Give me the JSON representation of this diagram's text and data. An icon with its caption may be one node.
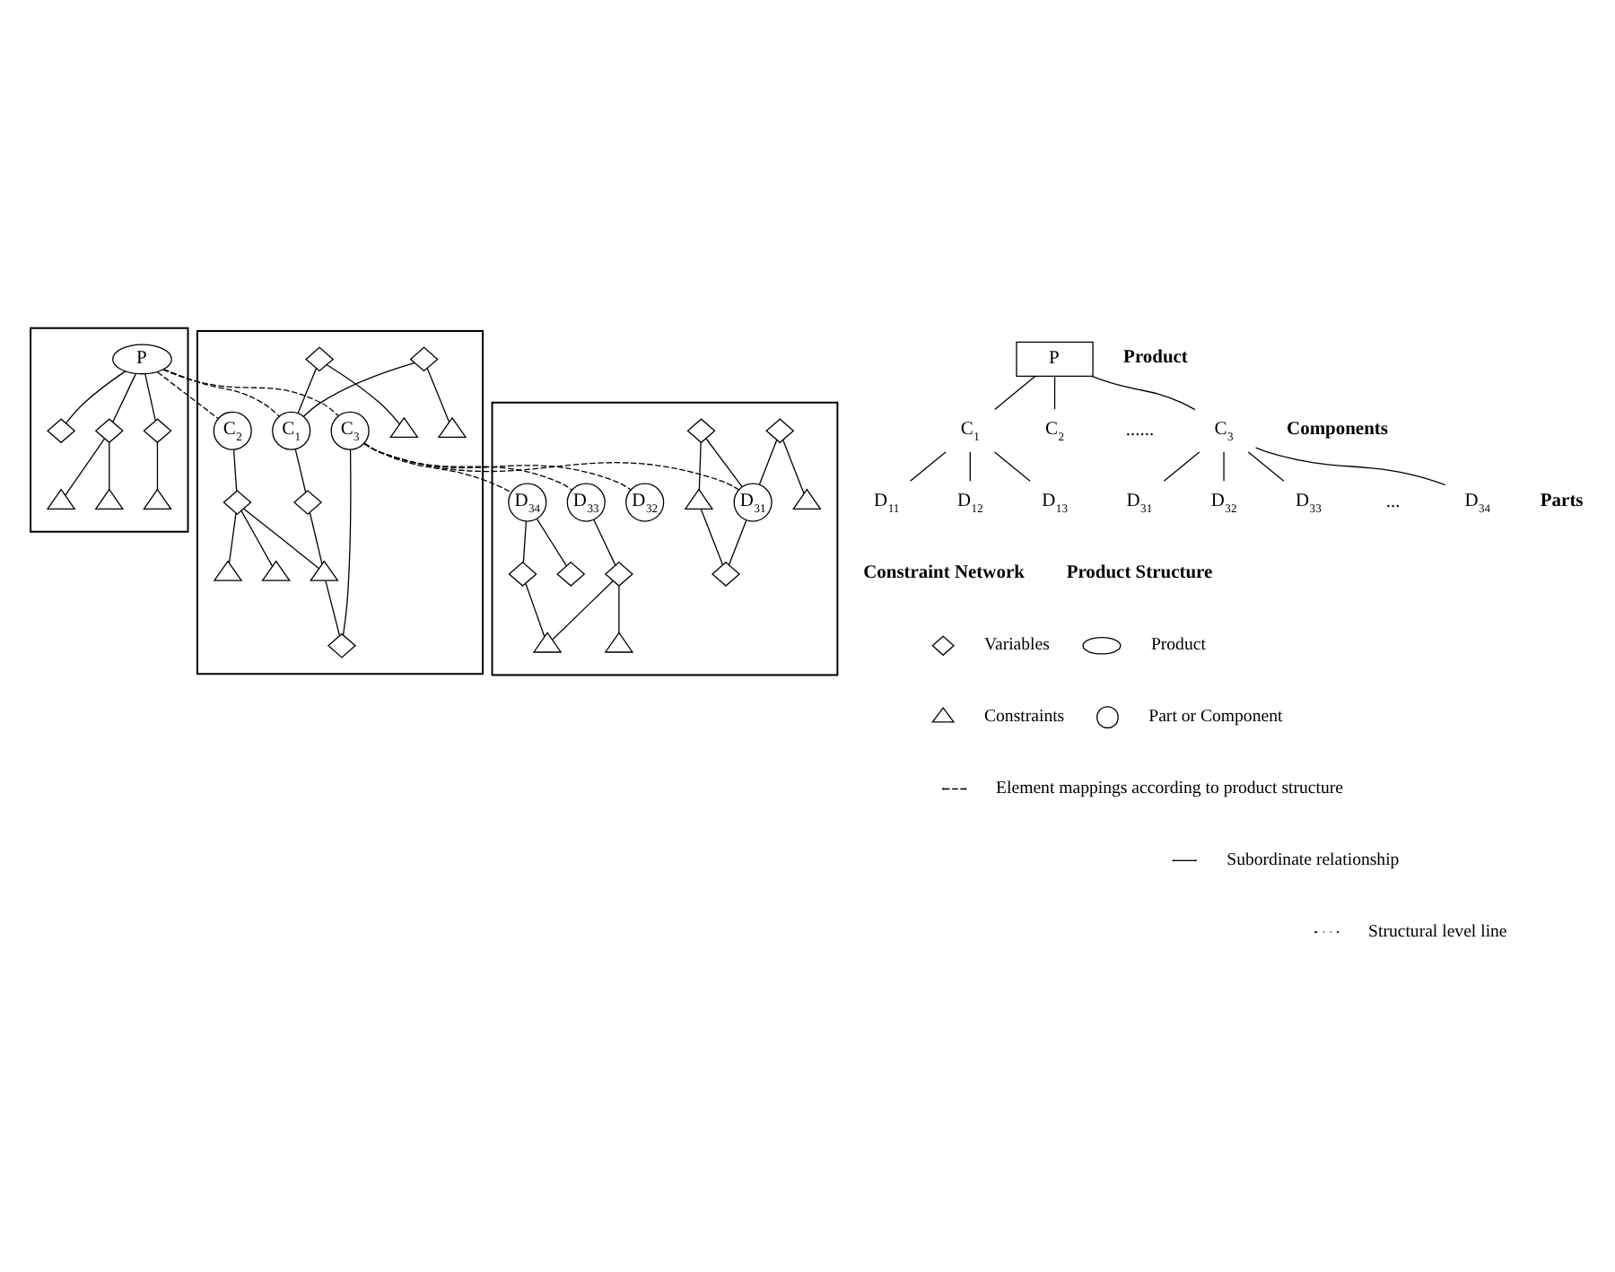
{
  "diagram": {
    "nodes": [
      {
        "text": [],
        "shape": "parallelogram"
      },
      {
        "text": [
          "P"
        ],
        "in": 0
      },
      {
        "text": [],
        "shape": "diamond",
        "in": 0
      },
      {
        "text": [],
        "shape": "diamond",
        "in": 0
      },
      {
        "text": [],
        "shape": "diamond",
        "in": 0
      },
      {
        "text": [],
        "shape": "triangle",
        "in": 0
      },
      {
        "text": [],
        "shape": "triangle",
        "in": 0
      },
      {
        "text": [],
        "shape": "triangle",
        "in": 0
      },
      {
        "text": [],
        "shape": "parallelogram"
      },
      {
        "text": [
          "C$_{1}$"
        ],
        "in": 8
      },
      {
        "text": [
          "C$_{2}$"
        ],
        "in": 8
      },
      {
        "text": [
          "C$_{3}$"
        ],
        "in": 8
      },
      {
        "text": [],
        "shape": "triangle",
        "in": 8
      },
      {
        "text": [],
        "shape": "diamond",
        "in": 8
      },
      {
        "text": [],
        "shape": "diamond",
        "in": 8
      },
      {
        "text": [],
        "shape": "triangle",
        "in": 8
      },
      {
        "text": [],
        "shape": "diamond",
        "in": 8
      },
      {
        "text": [],
        "shape": "triangle",
        "in": 8
      },
      {
        "text": [],
        "shape": "diamond",
        "in": 8
      },
      {
        "text": [],
        "shape": "triangle",
        "in": 8
      },
      {
        "text": [],
        "shape": "triangle",
        "in": 8
      },
      {
        "text": [],
        "shape": "diamond",
        "in": 8
      },
      {
        "text": [],
        "shape": "parallelogram"
      },
      {
        "text": [
          "D$_{31}$"
        ],
        "in": 22
      },
      {
        "text": [
          "D$_{32}$"
        ],
        "in": 22
      },
      {
        "text": [
          "D$_{33}$"
        ],
        "in": 22
      },
      {
        "text": [
          "D$_{34}$"
        ],
        "in": 22
      },
      {
        "text": [],
        "shape": "triangle",
        "in": 22
      },
      {
        "text": [],
        "shape": "diamond",
        "in": 22
      },
      {
        "text": [],
        "shape": "diamond",
        "in": 22
      },
      {
        "text": [],
        "shape": "diamond",
        "in": 22
      },
      {
        "text": [],
        "shape": "triangle",
        "in": 22
      },
      {
        "text": [],
        "shape": "diamond",
        "in": 22
      },
      {
        "text": [],
        "shape": "triangle",
        "in": 22
      },
      {
        "text": [],
        "shape": "triangle",
        "in": 22
      },
      {
        "text": [],
        "shape": "diamond",
        "in": 22
      },
      {
        "text": [],
        "shape": "diamond",
        "in": 22
      },
      {
        "text": [
          "P"
        ]
      },
      {
        "text": [
          "C$_{1}$"
        ]
      },
      {
        "text": [
          "C$_{2}$"
        ]
      },
      {
        "text": [
          "C$_{3}$"
        ]
      },
      {
        "text": [
          "D$_{11}$"
        ]
      },
      {
        "text": [
          "D$_{12}$"
        ]
      },
      {
        "text": [
          "D$_{13}$"
        ]
      },
      {
        "text": [
          "D$_{31}$"
        ]
      },
      {
        "text": [
          "D$_{32}$"
        ]
      },
      {
        "text": [
          "D$_{33}$"
        ]
      },
      {
        "text": [
          "D$_{34}$"
        ]
      }
    ],
    "edges": [
      {
        "from": 1,
        "to": 2,
        "arrow": "none"
      },
      {
        "from": 1,
        "to": 3,
        "arrow": "none"
      },
      {
        "from": 1,
        "to": 4,
        "arrow": "none"
      },
      {
        "from": 3,
        "to": 5,
        "arrow": "none"
      },
      {
        "from": 3,
        "to": 6,
        "arrow": "none"
      },
      {
        "from": 4,
        "to": 7,
        "arrow": "none"
      },
      {
        "from": 1,
        "to": 9,
        "arrow": "none",
        "style": "dashed"
      },
      {
        "from": 1,
        "to": 11,
        "arrow": "none",
        "style": "dashed"
      },
      {
        "from": 1,
        "to": 10,
        "arrow": "none",
        "style": "dashed"
      },
      {
        "from": 13,
        "to": 12,
        "arrow": "none"
      },
      {
        "from": 13,
        "to": 9,
        "arrow": "none"
      },
      {
        "from": 14,
        "to": 9,
        "arrow": "none"
      },
      {
        "from": 14,
        "to": 15,
        "arrow": "none"
      },
      {
        "from": 9,
        "to": 16,
        "arrow": "none"
      },
      {
        "from": 16,
        "to": 17,
        "arrow": "none"
      },
      {
        "from": 10,
        "to": 18,
        "arrow": "none"
      },
      {
        "from": 18,
        "to": 19,
        "arrow": "none"
      },
      {
        "from": 18,
        "to": 20,
        "arrow": "none"
      },
      {
        "from": 18,
        "to": 17,
        "arrow": "none"
      },
      {
        "from": 17,
        "to": 21,
        "arrow": "none"
      },
      {
        "from": 11,
        "to": 21,
        "arrow": "none"
      },
      {
        "from": 11,
        "to": 23,
        "arrow": "none",
        "style": "dashed"
      },
      {
        "from": 11,
        "to": 24,
        "arrow": "none",
        "style": "dashed"
      },
      {
        "from": 11,
        "to": 26,
        "arrow": "none",
        "style": "dashed"
      },
      {
        "from": 11,
        "to": 25,
        "arrow": "none",
        "style": "dashed"
      },
      {
        "from": 28,
        "to": 27,
        "arrow": "none"
      },
      {
        "from": 27,
        "to": 29,
        "arrow": "none"
      },
      {
        "from": 28,
        "to": 23,
        "arrow": "none"
      },
      {
        "from": 23,
        "to": 29,
        "arrow": "none"
      },
      {
        "from": 30,
        "to": 23,
        "arrow": "none"
      },
      {
        "from": 30,
        "to": 31,
        "arrow": "none"
      },
      {
        "from": 25,
        "to": 32,
        "arrow": "none"
      },
      {
        "from": 32,
        "to": 33,
        "arrow": "none"
      },
      {
        "from": 32,
        "to": 34,
        "arrow": "none"
      },
      {
        "from": 26,
        "to": 35,
        "arrow": "none"
      },
      {
        "from": 26,
        "to": 36,
        "arrow": "none"
      },
      {
        "from": 36,
        "to": 34,
        "arrow": "none"
      },
      {
        "from": 37,
        "to": 38,
        "arrow": "none"
      },
      {
        "from": 37,
        "to": 39,
        "arrow": "none"
      },
      {
        "from": 37,
        "to": 40,
        "arrow": "none"
      },
      {
        "from": 38,
        "to": 41,
        "arrow": "none"
      },
      {
        "from": 38,
        "to": 42,
        "arrow": "none"
      },
      {
        "from": 38,
        "to": 43,
        "arrow": "none"
      },
      {
        "from": 40,
        "to": 44,
        "arrow": "none"
      },
      {
        "from": 40,
        "to": 45,
        "arrow": "none"
      },
      {
        "from": 40,
        "to": 46,
        "arrow": "none"
      },
      {
        "from": 40,
        "to": 47,
        "arrow": "none"
      }
    ],
    "labels": [
      "Product",
      "Components",
      "......",
      "Parts",
      "...",
      "Constraint Network",
      "Product Structure"
    ],
    "legend": [
      {
        "text": "Variables"
      },
      {
        "text": "Product"
      },
      {
        "text": "Constraints"
      },
      {
        "text": "Part or Component"
      },
      {
        "text": "Element mappings according to product structure"
      },
      {
        "text": "Subordinate relationship"
      },
      {
        "text": "Structural level line"
      }
    ]
  }
}
